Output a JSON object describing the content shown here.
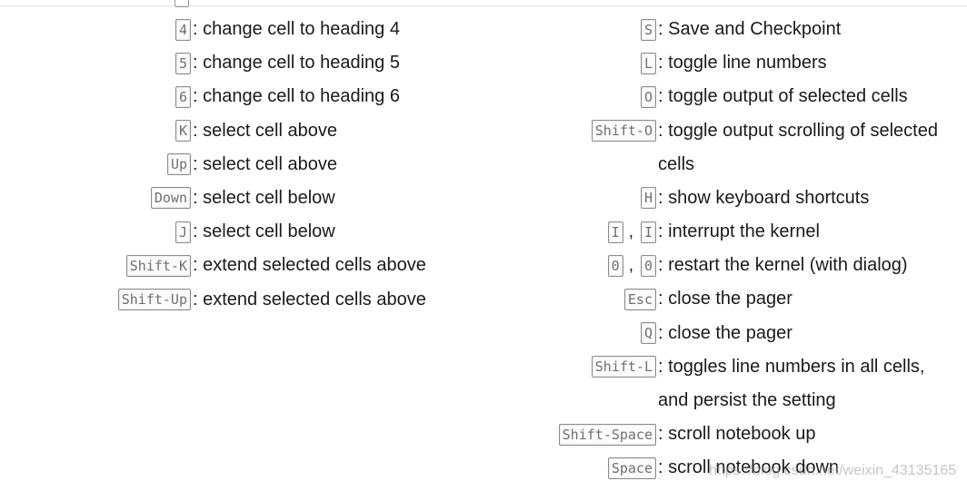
{
  "left_shortcuts": [
    {
      "keys": [
        "4"
      ],
      "desc": "change cell to heading 4"
    },
    {
      "keys": [
        "5"
      ],
      "desc": "change cell to heading 5"
    },
    {
      "keys": [
        "6"
      ],
      "desc": "change cell to heading 6"
    },
    {
      "keys": [
        "K"
      ],
      "desc": "select cell above"
    },
    {
      "keys": [
        "Up"
      ],
      "desc": "select cell above"
    },
    {
      "keys": [
        "Down"
      ],
      "desc": "select cell below"
    },
    {
      "keys": [
        "J"
      ],
      "desc": "select cell below"
    },
    {
      "keys": [
        "Shift-K"
      ],
      "desc": "extend selected cells above"
    },
    {
      "keys": [
        "Shift-Up"
      ],
      "desc": "extend selected cells above"
    }
  ],
  "right_shortcuts": [
    {
      "keys": [
        "S"
      ],
      "desc": "Save and Checkpoint"
    },
    {
      "keys": [
        "L"
      ],
      "desc": "toggle line numbers"
    },
    {
      "keys": [
        "O"
      ],
      "desc": "toggle output of selected cells"
    },
    {
      "keys": [
        "Shift-O"
      ],
      "desc": "toggle output scrolling of selected",
      "desc2": "cells"
    },
    {
      "keys": [
        "H"
      ],
      "desc": "show keyboard shortcuts"
    },
    {
      "keys": [
        "I",
        "I"
      ],
      "desc": "interrupt the kernel"
    },
    {
      "keys": [
        "0",
        "0"
      ],
      "desc": "restart the kernel (with dialog)"
    },
    {
      "keys": [
        "Esc"
      ],
      "desc": "close the pager"
    },
    {
      "keys": [
        "Q"
      ],
      "desc": "close the pager"
    },
    {
      "keys": [
        "Shift-L"
      ],
      "desc": "toggles line numbers in all cells,",
      "desc2": "and persist the setting"
    },
    {
      "keys": [
        "Shift-Space"
      ],
      "desc": "scroll notebook up"
    },
    {
      "keys": [
        "Space"
      ],
      "desc": "scroll notebook down"
    }
  ],
  "separator": ":",
  "key_separator": ",",
  "watermark": "https://blog.csdn.net/weixin_43135165"
}
